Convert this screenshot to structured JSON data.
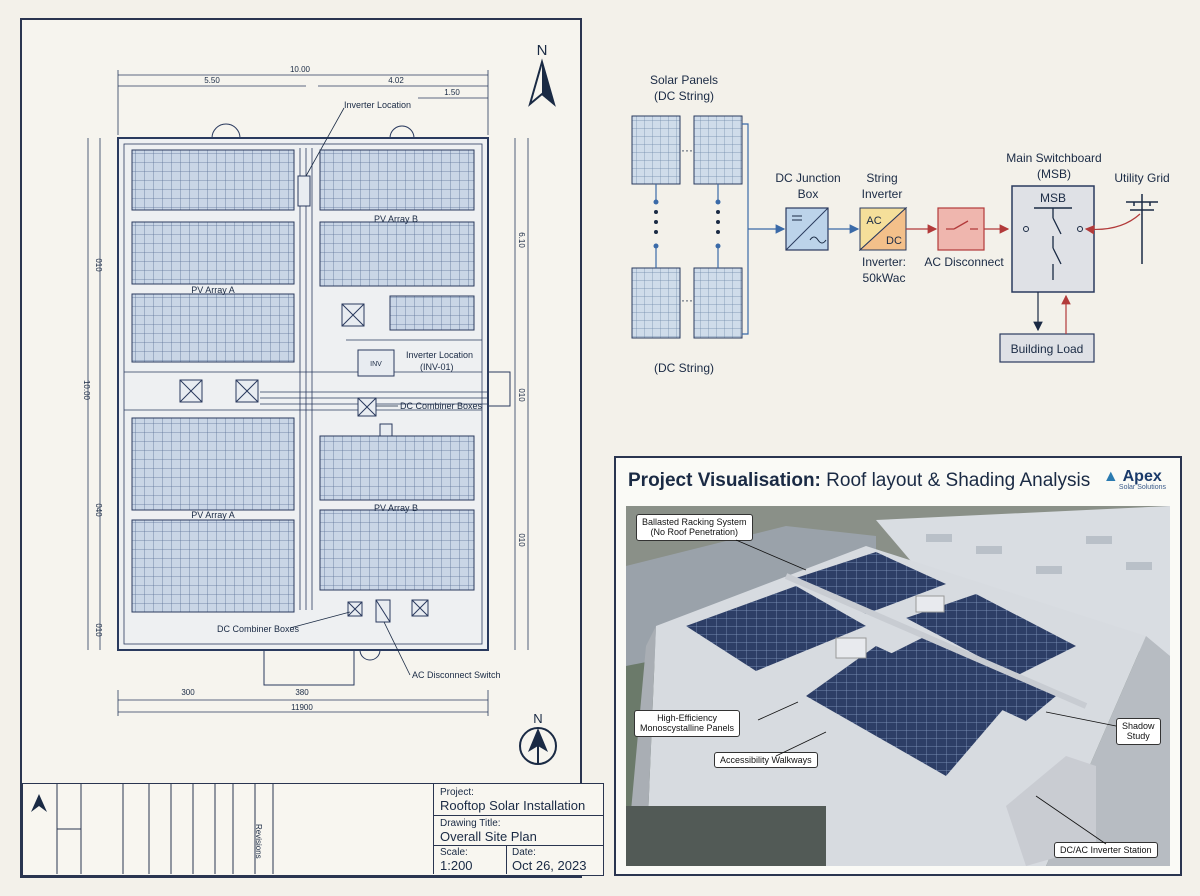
{
  "site_plan": {
    "north_label": "N",
    "dims": {
      "overall_top": "10.00",
      "top_left": "5.50",
      "top_right": "4.02",
      "top_small": "1.50",
      "bottom_left": "300",
      "bottom_mid": "380",
      "bottom_total": "11900",
      "left_upper": "010",
      "left_mid": "10.00",
      "left_lower": "040",
      "left_bottom": "010",
      "right_upper": "6.10",
      "right_mid": "010",
      "right_lower": "010"
    },
    "labels": {
      "inverter_location_top": "Inverter Location",
      "pv_array_b_top": "PV Array B",
      "pv_array_a_top": "PV Array A",
      "inverter_location_mid": "Inverter Location",
      "inverter_id": "(INV-01)",
      "dc_combiner_boxes": "DC Combiner Boxes",
      "pv_array_a_bottom": "PV Array A",
      "pv_array_b_bottom": "PV Array B",
      "dc_combiner_boxes_bottom": "DC Combiner Boxes",
      "ac_disconnect_switch": "AC Disconnect Switch",
      "inverter_box_label": "INV"
    }
  },
  "title_block": {
    "project_label": "Project:",
    "project_value": "Rooftop Solar Installation",
    "drawing_title_label": "Drawing Title:",
    "drawing_title_value": "Overall Site Plan",
    "scale_label": "Scale:",
    "scale_value": "1:200",
    "date_label": "Date:",
    "date_value": "Oct 26, 2023",
    "column_note": "Revisions"
  },
  "single_line": {
    "solar_panels_label": "Solar Panels",
    "dc_string_top": "(DC String)",
    "dc_string_bottom": "(DC String)",
    "dc_junction_box": [
      "DC Junction",
      "Box"
    ],
    "string_inverter": [
      "String",
      "Inverter"
    ],
    "inverter_ac": "AC",
    "inverter_dc": "DC",
    "inverter_rating": [
      "Inverter:",
      "50kWac"
    ],
    "ac_disconnect": "AC Disconnect",
    "main_switchboard": [
      "Main Switchboard",
      "(MSB)"
    ],
    "msb_label": "MSB",
    "utility_grid": "Utility Grid",
    "building_load": "Building Load"
  },
  "visualisation": {
    "title_bold": "Project Visualisation:",
    "title_rest": "Roof layout & Shading Analysis",
    "brand_name": "Apex",
    "brand_sub": "Solar Solutions",
    "callouts": {
      "racking": [
        "Ballasted Racking System",
        "(No Roof Penetration)"
      ],
      "panels": [
        "High-Efficiency",
        "Monoscystalline Panels"
      ],
      "walkways": "Accessibility Walkways",
      "shadow": [
        "Shadow",
        "Study"
      ],
      "inverter_station": "DC/AC Inverter Station"
    }
  },
  "colors": {
    "line": "#2a3a5e",
    "panel_fill": "#c9d6e6",
    "panel_grid": "#5b7196",
    "dc_wire": "#3a6aa8",
    "ac_wire": "#b23a3a",
    "roof": "#d7dbe0",
    "sky_ground": "#6b7a6a"
  }
}
